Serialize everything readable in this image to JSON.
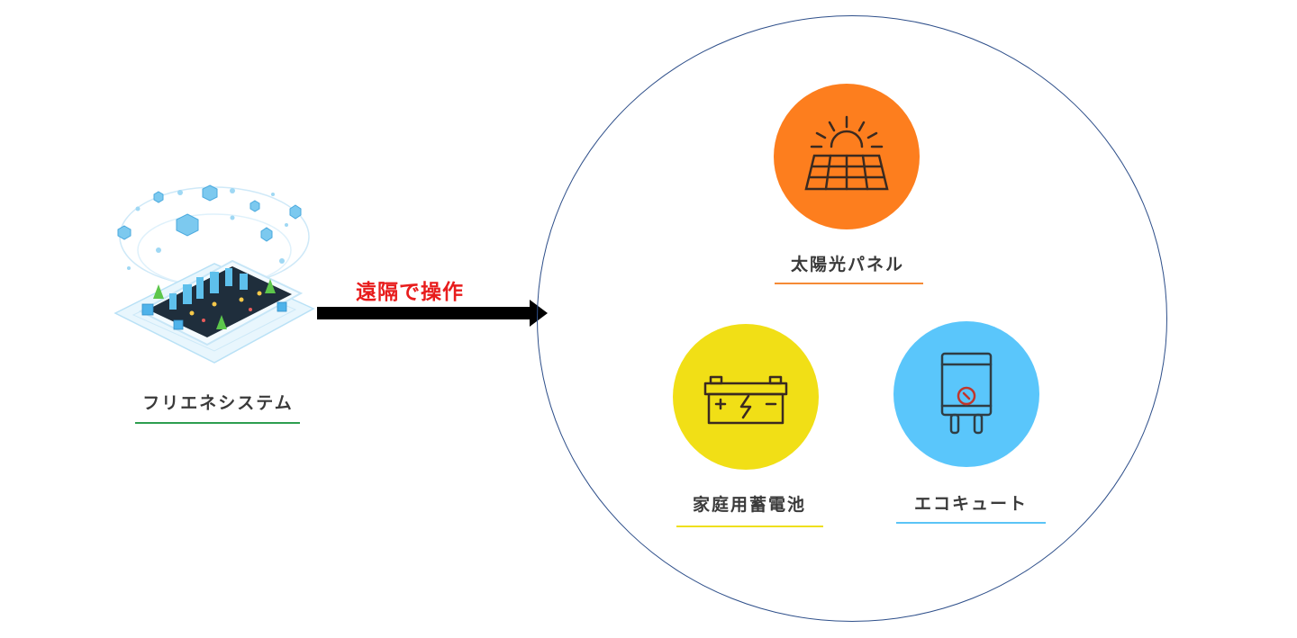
{
  "system": {
    "label": "フリエネシステム"
  },
  "connector": {
    "label": "遠隔で操作"
  },
  "devices": [
    {
      "id": "solar",
      "label": "太陽光パネル",
      "color": "#fd7e1e",
      "icon": "solar-panel-icon"
    },
    {
      "id": "battery",
      "label": "家庭用蓄電池",
      "color": "#f1df16",
      "icon": "battery-icon"
    },
    {
      "id": "ecocute",
      "label": "エコキュート",
      "color": "#5ac6fb",
      "icon": "water-heater-icon"
    }
  ],
  "colors": {
    "system_underline": "#2e9e4f",
    "connector_text": "#e81c1c",
    "outer_circle": "#2e4f8a"
  }
}
